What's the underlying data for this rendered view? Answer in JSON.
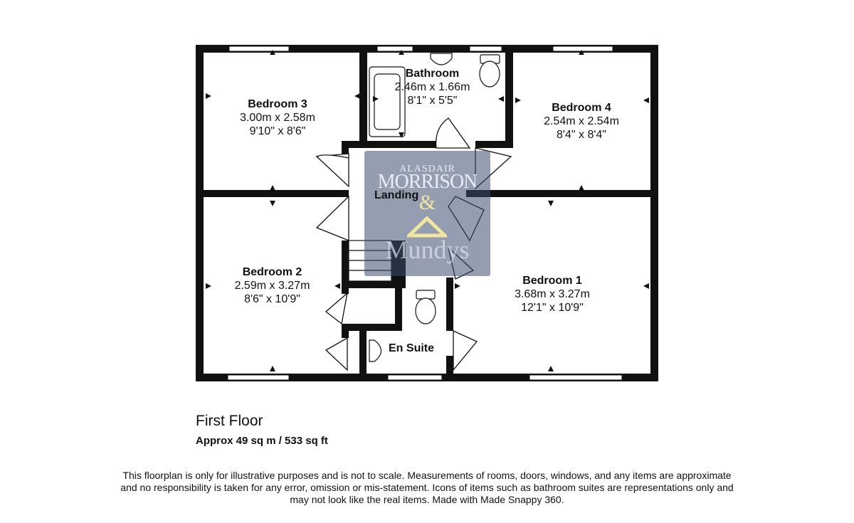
{
  "rooms": {
    "bedroom3": {
      "name": "Bedroom 3",
      "metric": "3.00m x 2.58m",
      "imperial": "9'10\" x 8'6\""
    },
    "bathroom": {
      "name": "Bathroom",
      "metric": "2.46m x 1.66m",
      "imperial": "8'1\" x 5'5\""
    },
    "bedroom4": {
      "name": "Bedroom 4",
      "metric": "2.54m x 2.54m",
      "imperial": "8'4\" x 8'4\""
    },
    "landing": {
      "name": "Landing"
    },
    "bedroom2": {
      "name": "Bedroom 2",
      "metric": "2.59m x 3.27m",
      "imperial": "8'6\" x 10'9\""
    },
    "bedroom1": {
      "name": "Bedroom 1",
      "metric": "3.68m x 3.27m",
      "imperial": "12'1\" x 10'9\""
    },
    "ensuite": {
      "name": "En Suite"
    }
  },
  "watermark": {
    "line1": "ALASDAIR",
    "line2": "MORRISON",
    "amp": "&",
    "line3": "Mundys",
    "colors": {
      "panel": "#3c4e70",
      "accent": "#f0e6a0"
    }
  },
  "floor": {
    "title": "First Floor",
    "area": "Approx 49 sq m / 533 sq ft"
  },
  "disclaimer": {
    "line1": "This floorplan is only for illustrative purposes and is not to scale. Measurements of rooms, doors, windows, and any items are approximate",
    "line2": "and no responsibility is taken for any error, omission or mis-statement. Icons of items such as bathroom suites are representations only and",
    "line3": "may not look like the real items. Made with Made Snappy 360."
  },
  "colors": {
    "wall": "#111111",
    "background": "#ffffff"
  }
}
